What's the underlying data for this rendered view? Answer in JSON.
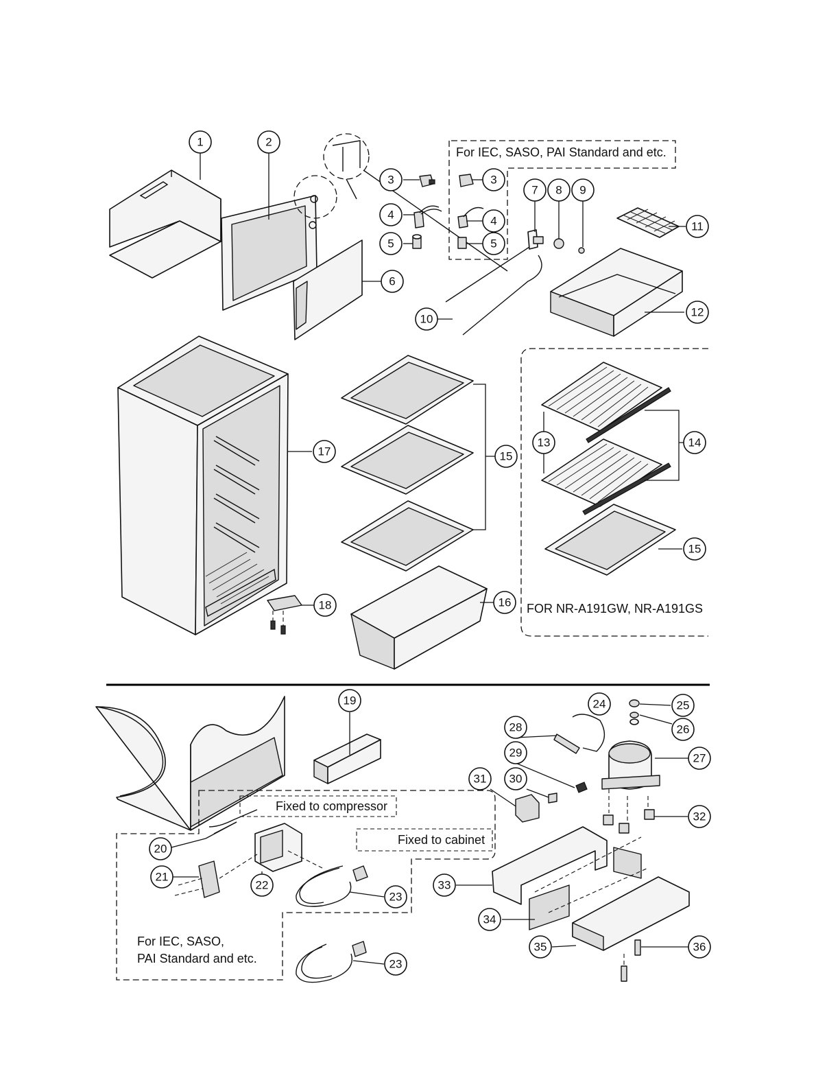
{
  "diagram": {
    "notes": {
      "iec_top": "For IEC, SASO, PAI Standard and etc.",
      "model": "FOR NR-A191GW, NR-A191GS",
      "compressor": "Fixed to compressor",
      "cabinet": "Fixed to cabinet",
      "iec_bottom_line1": "For IEC, SASO,",
      "iec_bottom_line2": "PAI Standard and etc."
    },
    "callouts": {
      "c1": "1",
      "c2": "2",
      "c3a": "3",
      "c3b": "3",
      "c4a": "4",
      "c4b": "4",
      "c5a": "5",
      "c5b": "5",
      "c6": "6",
      "c7": "7",
      "c8": "8",
      "c9": "9",
      "c10": "10",
      "c11": "11",
      "c12": "12",
      "c13": "13",
      "c14": "14",
      "c15a": "15",
      "c15b": "15",
      "c16": "16",
      "c17": "17",
      "c18": "18",
      "c19": "19",
      "c20": "20",
      "c21": "21",
      "c22": "22",
      "c23a": "23",
      "c23b": "23",
      "c24": "24",
      "c25": "25",
      "c26": "26",
      "c27": "27",
      "c28": "28",
      "c29": "29",
      "c30": "30",
      "c31": "31",
      "c32": "32",
      "c33": "33",
      "c34": "34",
      "c35": "35",
      "c36": "36"
    }
  }
}
